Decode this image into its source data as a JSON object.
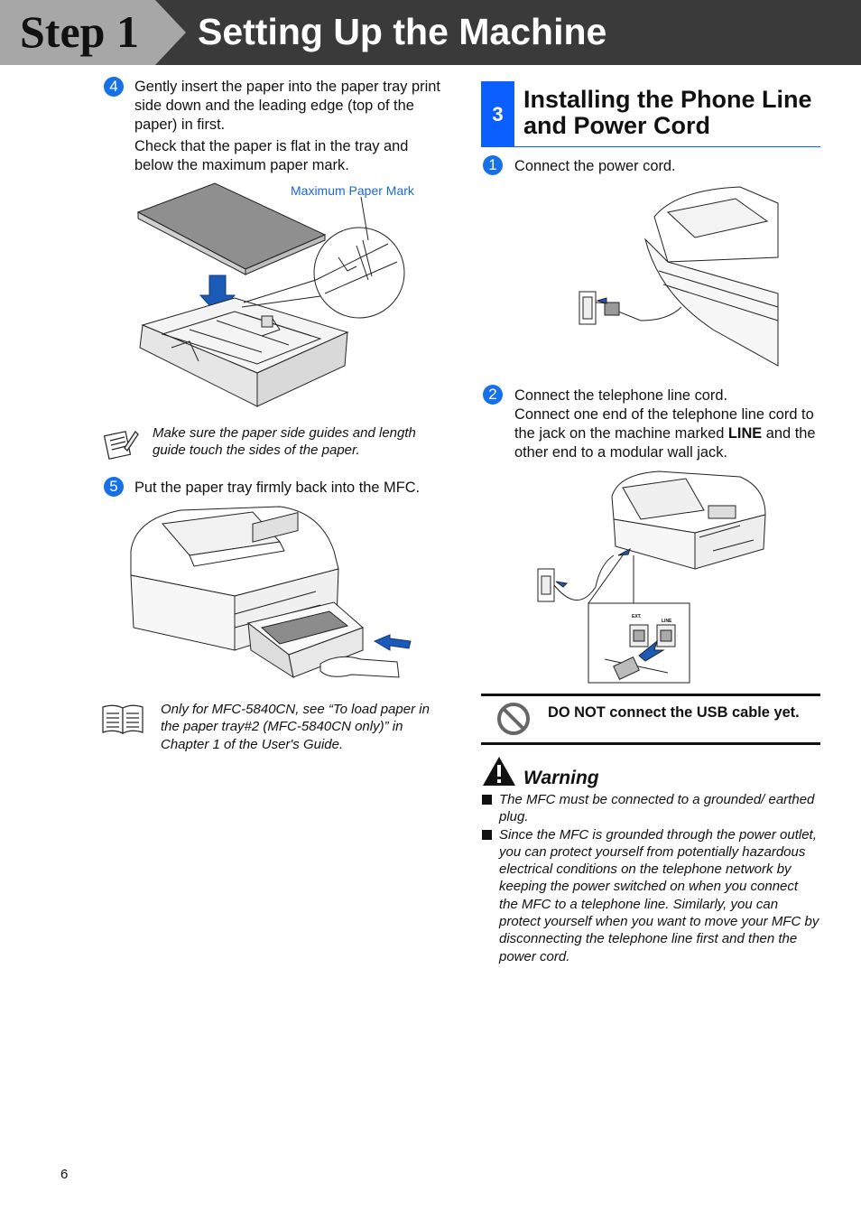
{
  "header": {
    "step": "Step 1",
    "title": "Setting Up the Machine"
  },
  "left": {
    "step4": {
      "number": "4",
      "para1": "Gently insert the paper into the paper tray print side down and the leading edge (top of the paper) in first.",
      "para2": "Check that the paper is flat in the tray and below the maximum paper mark.",
      "figure_label": "Maximum Paper Mark"
    },
    "note1": "Make sure the paper side guides and length guide touch the sides of the paper.",
    "step5": {
      "number": "5",
      "text": "Put the paper tray firmly back into the MFC."
    },
    "note2": "Only for MFC-5840CN, see “To load paper in the paper tray#2 (MFC-5840CN only)” in Chapter 1 of the User's Guide."
  },
  "right": {
    "section": {
      "number": "3",
      "title_line1": "Installing the Phone Line",
      "title_line2": "and Power Cord"
    },
    "step1": {
      "number": "1",
      "text": "Connect the power cord."
    },
    "step2": {
      "number": "2",
      "line1": "Connect the telephone line cord.",
      "line2_pre": "Connect one end of the telephone line cord to the jack on the machine marked ",
      "line2_bold": "LINE",
      "line2_post": " and the other end to a modular wall jack.",
      "jack_ext": "EXT.",
      "jack_line": "LINE"
    },
    "caution": "DO NOT connect the USB cable yet.",
    "warning": {
      "title": "Warning",
      "items": [
        "The MFC must be connected to a grounded/ earthed plug.",
        "Since the MFC is grounded through the power outlet, you can protect yourself from potentially hazardous electrical conditions on the telephone network by keeping the power switched on when you connect the MFC to a telephone line. Similarly, you can protect yourself when you want to move your MFC by disconnecting the telephone line first and then the power cord."
      ]
    }
  },
  "footer": {
    "page_number": "6"
  },
  "colors": {
    "accent_blue": "#0b5fff",
    "bullet_blue": "#1670e8",
    "header_dark": "#3a3a3a",
    "header_light": "#a7a7a7"
  }
}
